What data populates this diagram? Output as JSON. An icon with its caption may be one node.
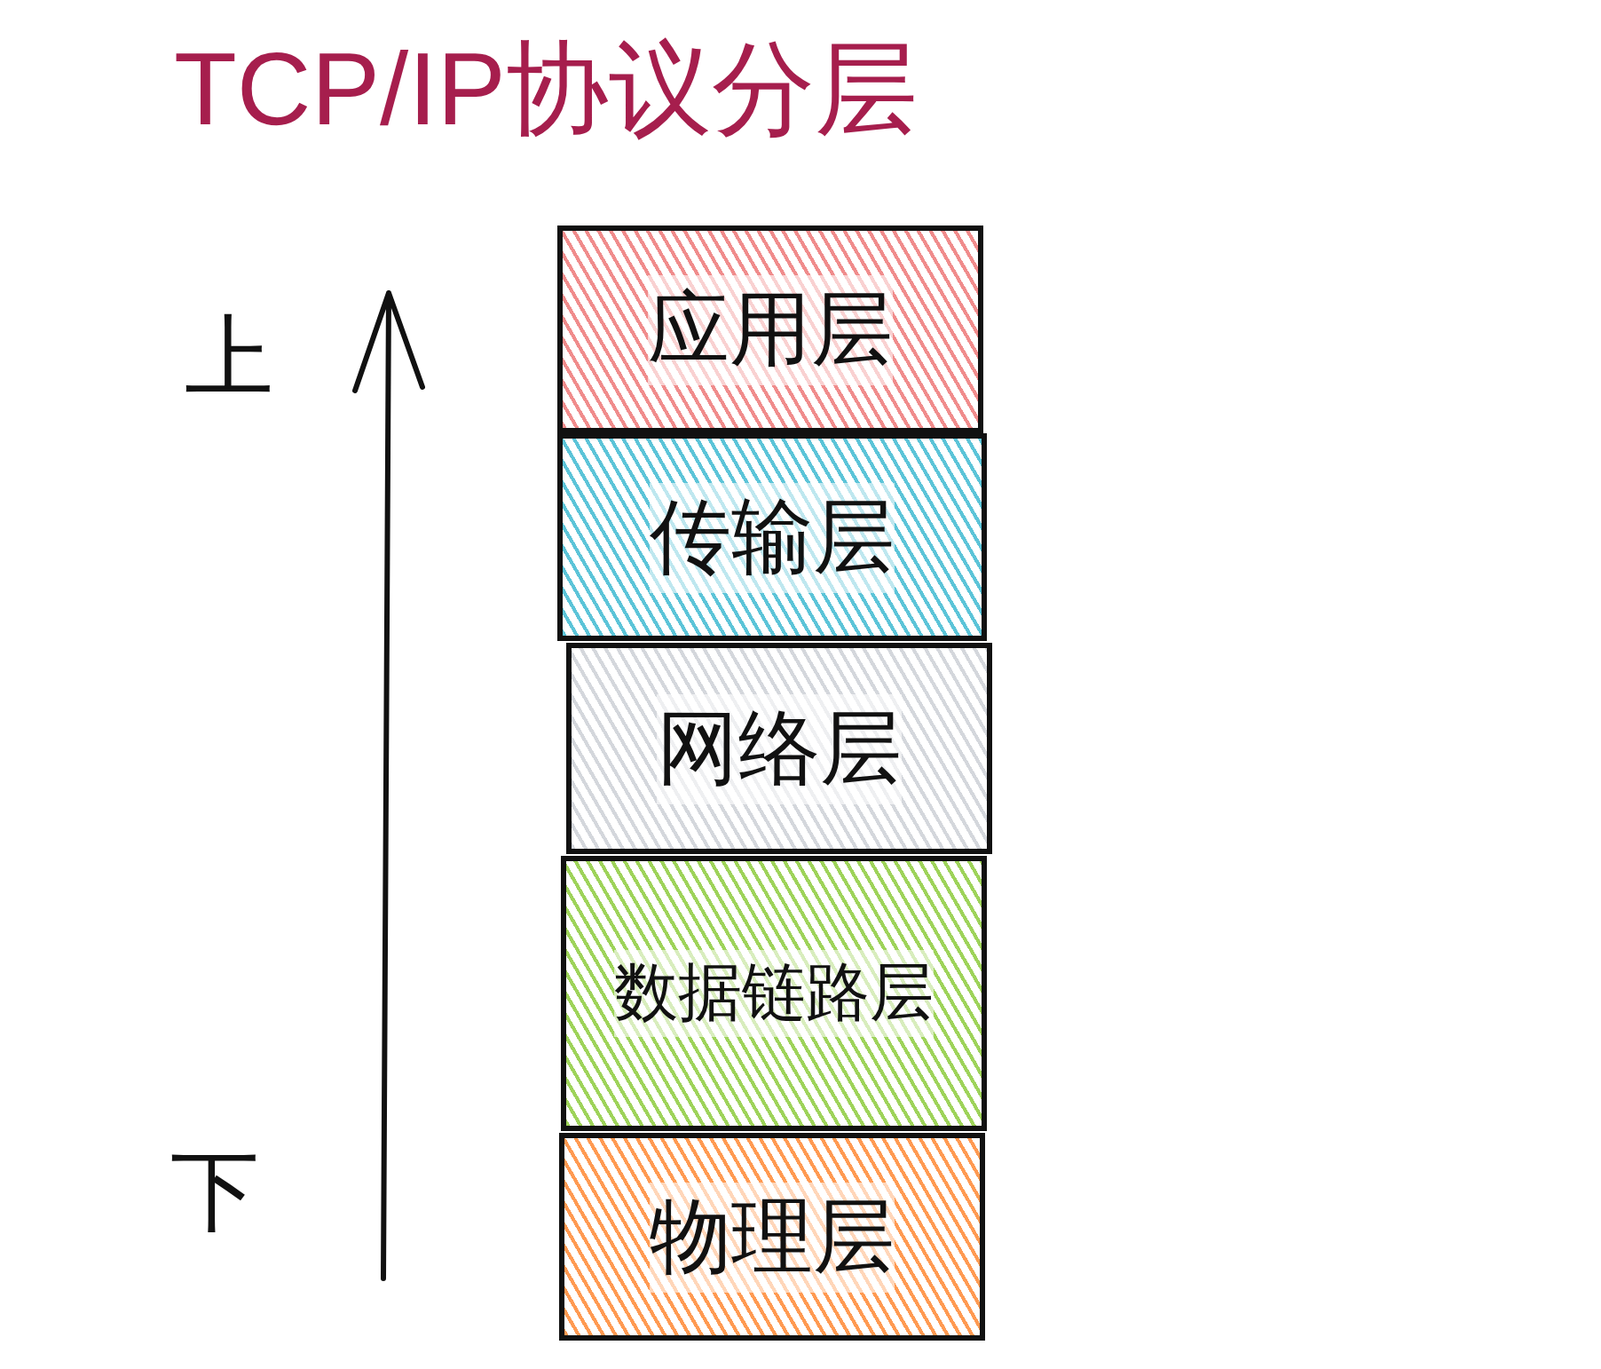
{
  "diagram": {
    "title": "TCP/IP协议分层",
    "nodes": [
      {
        "text": [
          "应用层"
        ]
      },
      {
        "text": [
          "传输层"
        ]
      },
      {
        "text": [
          "网络层"
        ]
      },
      {
        "text": [
          "数据链路层"
        ]
      },
      {
        "text": [
          "物理层"
        ]
      }
    ],
    "labels": [
      "上",
      "下"
    ]
  }
}
